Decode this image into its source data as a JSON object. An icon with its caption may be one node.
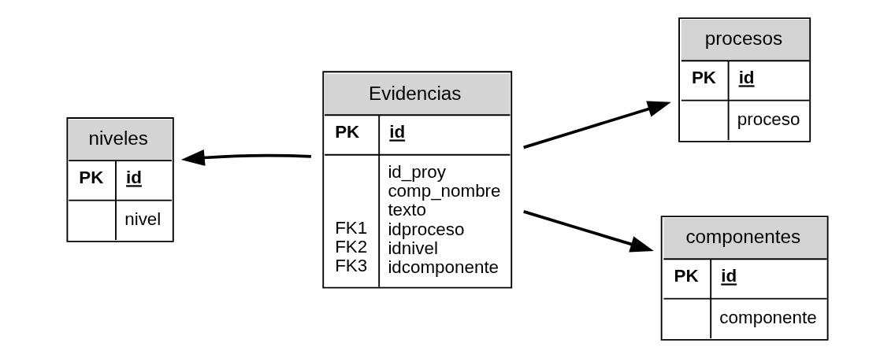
{
  "diagram": {
    "nodes": [
      {
        "text": [
          "Evidencias",
          "PK",
          "id",
          "FK1 FK2 FK3",
          "id_proy comp_nombre texto idproceso idnivel idcomponente"
        ]
      },
      {
        "text": [
          "niveles",
          "PK",
          "id",
          "nivel"
        ]
      },
      {
        "text": [
          "procesos",
          "PK",
          "id",
          "proceso"
        ]
      },
      {
        "text": [
          "componentes",
          "PK",
          "id",
          "componente"
        ]
      }
    ],
    "edges": [
      {
        "from": 0,
        "to": 1,
        "arrow": "to"
      },
      {
        "from": 0,
        "to": 2,
        "arrow": "to"
      },
      {
        "from": 0,
        "to": 3,
        "arrow": "to"
      }
    ]
  }
}
